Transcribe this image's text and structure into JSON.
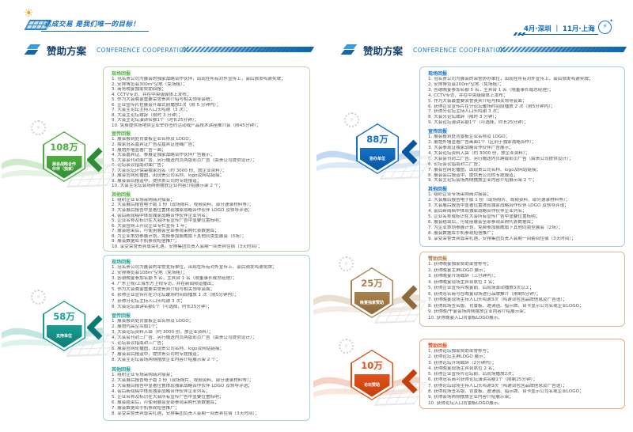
{
  "header": {
    "slogan": "达成交易 是我们唯一的目标！",
    "dates": "4月·深圳 ｜ 11月·上海",
    "title_cn": "赞助方案",
    "title_en": "CONFERENCE COOPERATION",
    "brand_blue": "#0d67ae"
  },
  "packages": [
    {
      "price": "108万",
      "label": "展会战略合作伙伴（独家）",
      "colors": {
        "primary": "#4fae3d",
        "dark": "#2e8c36",
        "border": "#b7dba3"
      },
      "sections": [
        {
          "title": "现场回报",
          "items": [
            "1. 冠名贵公司为展会的独家战略合作伙伴，出现在所有对外宣传上，会后颁发鸣谢奖牌；",
            "2. 安排博览会300m²空地（免场租）；",
            "3. 商务晚宴独家赞助回报；",
            "4. CCTV专访，并在中央级媒体上发布；",
            "5. 作为大会晚宴重要荣誉贵宾介绍与相关领导会晤；",
            "6. 企业宣传片在展会开幕式前播放2次（限 5 分钟内）；",
            "7. 大会主论坛主持人口头鸣谢（3 次）；",
            "8. 大会主论坛致辞（限时 3 分钟）；",
            "9. 大会主论坛演讲名额1个（时长25分钟）；",
            "10. 免费提供场地供企业举办签约活动或产品技术讲座推介会（限45分钟）；"
          ]
        },
        {
          "title": "宣传回报",
          "items": [
            "1. 展会报到处背景板企业名称及 LOGO；",
            "2. 独家冠名嘉宾证广告及嘉宾证挂绳广告；",
            "3. 展馆外墙显著广告一面；",
            "4. 大会嘉宾证、参展证独家战略合作伙伴广告展示；",
            "5. 大会会刊封面广告、另行赠送内页两版彩页广告（由贵公司提供设计）；",
            "6. 论坛会议指南封面广告；",
            "7. 大会论坛环保袋独家冠名（约 3000 份、放企业资料）；",
            "8. 展会官网轮播图，出现贵公司名称、logo及网站链接；",
            "9. 展会会后报道中，提供贵公司的专题报道；",
            "10. 大会主论坛会场两侧摆放企业内容介绍展示架 2 个；"
          ]
        },
        {
          "title": "其他回报",
          "items": [
            "1. 组织企业专场采购商对接会；",
            "2. 大会展后报告电子版 1 份（现场照片、视频资料、部分速录材料等）；",
            "3. 大会展后报告中显著位置体现独家战略合作伙伴 LOGO 及领导评语；",
            "4. 会后新闻稿中体现独家战略合作伙伴企业列名；",
            "5. 企业名称及标识在大会所有宣传广告中显要位置标明；",
            "6. 大会官网上开设企业专栏宣传 1 年；",
            "7. 展会结束后，可使用展会全部参观采购代表数据库；",
            "8. 为企业策划参展计划，免费参加振威旗下其他同类型展会（3场）；",
            "9. 展会数据库手机参观短信推广；",
            "10. 享受荣誉贵宾尊荣礼遇，安排集团负责人会期一间贵宾住宿（3天时间）；"
          ]
        }
      ]
    },
    {
      "price": "58万",
      "label": "支持单位",
      "colors": {
        "primary": "#199e93",
        "dark": "#0c7a74",
        "border": "#a3d6d2"
      },
      "sections": [
        {
          "title": "现场回报",
          "items": [
            "1. 冠名贵公司为展会的荣誉支持单位，出现在所有对外宣传上，会后颁发鸣谢奖牌；",
            "2. 安排博览会108m²空地（免场租）；",
            "3. 答谢晚宴参加名额 5 名，主宾台 1 名（限董事长或总经理）；",
            "4. 广东卫视/上海东方卫视专访，并在新闻频道播出；",
            "5. 作为大会晚宴重要荣誉贵宾介绍与相关领导会面；",
            "6. 获得企业宣传片在分论坛暖场时间段播放 1 次（限5分钟内）；",
            "7. 获得分论坛主持人口头鸣谢 3 次；",
            "8. 大会论坛演讲名额1个（可选择，时长25分钟）；"
          ]
        },
        {
          "title": "宣传回报",
          "items": [
            "1. 展会报到处背景板企业名称及 LOGO；",
            "2. 展馆内高空吊旗1个；",
            "3. 大会论坛资料入袋（约 3000 份，放企业资料）；",
            "4. 大会会刊封三广告、另行赠送内页两版彩页广告（由贵公司提供设计）；",
            "5. 论坛会议指南封三广告；",
            "6. 展会官网轮播图，出现贵公司名称、logo及网站链接；",
            "7. 展会会后报道中，提供贵公司的专题报道；",
            "8. 大会主论坛会场两侧摆放企业内容介绍展示架 2 个；"
          ]
        },
        {
          "title": "其他回报",
          "items": [
            "1. 组织企业专场采购商对接会；",
            "2. 大会展后报告电子版 1 份（现场照片、视频资料、部分速录材料等）；",
            "3. 大会展后报告中显著位置体现独家战略合作伙伴 LOGO 及领导评语；",
            "4. 会后新闻稿中体现独家战略合作伙伴企业列名；",
            "5. 企业名称及标识在大会所有宣传广告中显要位置标明；",
            "6. 展会结束后，可使用展会全部参观采购代表数据库；",
            "7. 展会数据库手机参观短信推广；",
            "8. 享受荣誉贵宾尊荣礼遇，安排集团负责人会期一间贵宾住宿（3天时间）；"
          ]
        }
      ]
    },
    {
      "price": "88万",
      "label": "协办单位",
      "colors": {
        "primary": "#1371c8",
        "dark": "#0a569e",
        "border": "#a6c9e9"
      },
      "sections": [
        {
          "title": "现场回报",
          "items": [
            "1. 冠名贵公司为展会的荣誉协办单位，出现在所有对外宣传上，会后颁发鸣谢奖牌；",
            "2. 安排博览会200m²空地（免场租）；",
            "3. 答谢晚宴参加名额 5 名，主宾台 1 名（限董事长或总经理）；",
            "4. CCTV专访，并在中央级媒体上发布；",
            "5. 作为大会最重要荣誉贵宾介绍与相关领导会面；",
            "6. 获得企业宣传片在分论坛暖场时间段播放 2 次（限5分钟内）；",
            "7. 获得分论坛主持人口头鸣谢 3 次；",
            "8. 大会分论坛致辞（限时 3 分钟）；",
            "9. 大会论坛演讲名额1个（可选择，时长25分钟）；"
          ]
        },
        {
          "title": "宣传回报",
          "items": [
            "1. 展会报到处背景板企业名称及 LOGO；",
            "2. 展馆外墙显著广告画面1个（区别于独家战略合作）；",
            "3. 大会参观证独家战略合作伙伴广告展示；",
            "4. 大会论坛资料入袋（约 3000 份，放企业资料）；",
            "5. 大会会刊封二广告、另行赠送内页跨版彩页广告（由贵公司提供设计）；",
            "6. 论坛会议指南封二广告；",
            "7. 展会官网轮播图，出现贵公司名称、logo及网站链接；",
            "8. 展会会后报道中，提供贵公司的专题报道；",
            "9. 大会主论坛会场两侧摆放企业内容介绍展示架 2 个；"
          ]
        },
        {
          "title": "其他回报",
          "items": [
            "1. 组织企业专场采购商对接会；",
            "2. 大会展后报告电子版 1 份（现场照片、视频资料、部分速录材料等）；",
            "3. 大会展后报告中显著位置体现独家战略合作伙伴 LOGO 及领导评语；",
            "4. 会后新闻稿中体现独家战略合作伙伴企业列名；",
            "5. 企业名称或标识在大会所有宣传广告中显要位置标明；",
            "6. 展会结束后，可使用展会全部参观采购代表数据库；",
            "7. 为企业策划参展计划，免费参加振威旗下其他同类型展会（2场）；",
            "8. 展会数据库手机参观短信推广；",
            "9. 享受荣誉贵宾尊荣礼遇，安排集团负责人会期一间套间住宿（3天时间）；"
          ]
        }
      ]
    },
    {
      "price": "25万",
      "label": "晚宴独家赞助",
      "colors": {
        "primary": "#a9824d",
        "dark": "#8d6a39",
        "border": "#d2bd97"
      },
      "sections": [
        {
          "title": "赞助回报",
          "items": [
            "1. 获得晚宴独家赞助荣誉称号；",
            "2. 获得晚宴主屏LOGO 展示；",
            "3. 获得晚宴开场致辞（三分钟内）；",
            "4. 获得晚宴现场主宾台席位 2 名；",
            "5. 获得企业宣传片晚宴前、后现场滚动播放3次以上；",
            "6. 获得冠名商可在晚宴现场进行品牌推介（限制5分钟）；",
            "7. 获得晚宴现场主持人口头鸣谢3次（鸣谢词包含品牌信息及广告语）；",
            "8. 获得现场签名版、背景板、邀请函、指示牌、台卡显示公司名或企业LOGO；",
            "9. 获得晚/午宴会场两侧摆放企业内容介绍展示架；",
            "10. 获得晚宴入口背景板LOGO展示。"
          ]
        }
      ]
    },
    {
      "price": "10万",
      "label": "论坛赞助",
      "colors": {
        "primary": "#e2511a",
        "dark": "#c23f0e",
        "border": "#f2a583"
      },
      "sections": [
        {
          "title": "赞助回报",
          "items": [
            "1. 获得论坛独家赞助荣誉称号；",
            "2. 获得论坛主屏LOGO 展示；",
            "3. 获得论坛开场致辞（2分钟内）；",
            "4. 获得晚宴现场主宾台席位 2 名；",
            "5. 获得企业宣传片论坛前、后现场播放2次；",
            "6. 获得冠名商可获得论坛演讲名额1个（限制25分钟）；",
            "7. 获得论坛现场主持人口头鸣谢3次（鸣谢词包含品牌信息及广告语）；",
            "8. 获得现场签名版、背景板、邀请函、指示牌、台卡显示公司名或企业LOGO；",
            "9. 获得会场两侧摆放企业内容介绍展示架；",
            "10. 获得论坛入口背景板LOGO展示。"
          ]
        }
      ]
    }
  ]
}
